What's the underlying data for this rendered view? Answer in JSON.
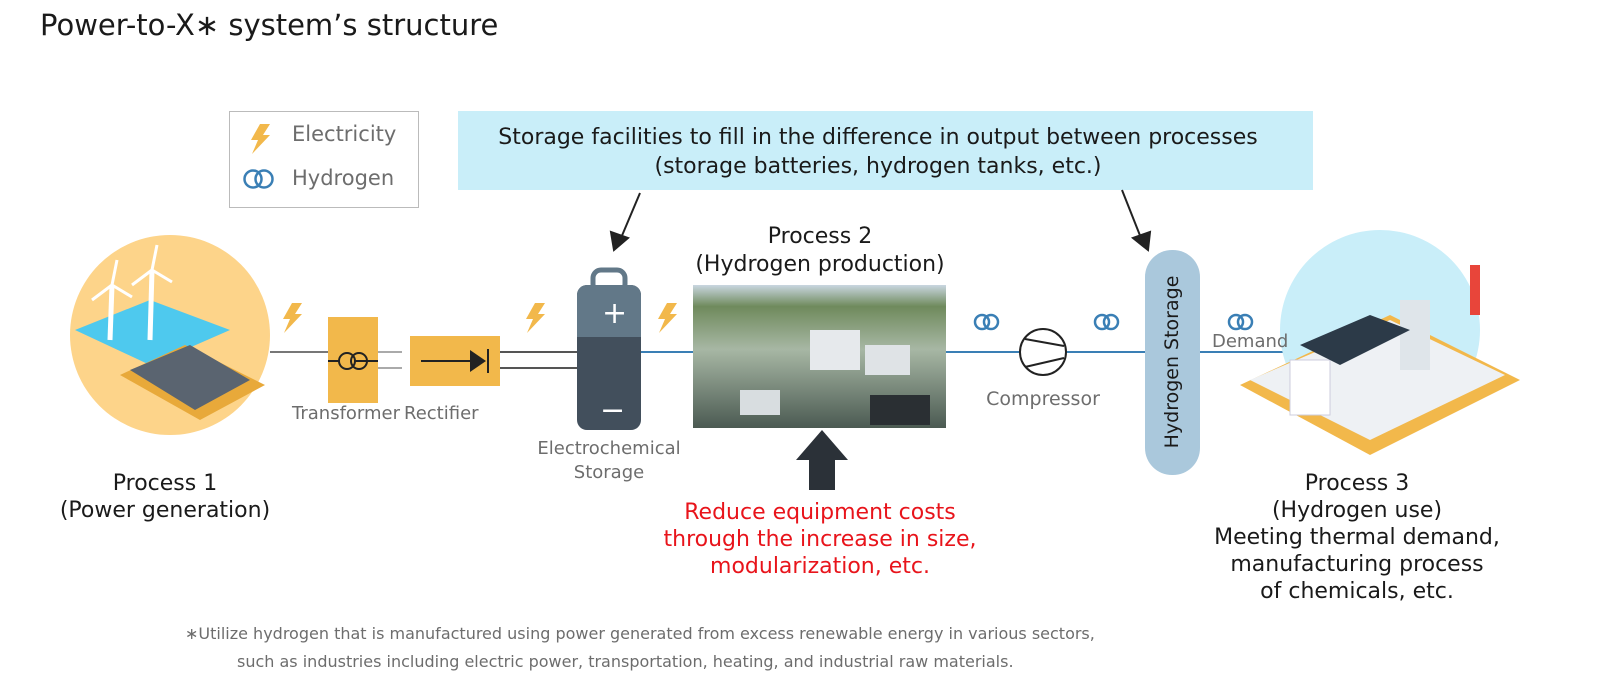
{
  "title": "Power-to-X∗ system’s structure",
  "legend": {
    "electricity": "Electricity",
    "hydrogen": "Hydrogen"
  },
  "callout": {
    "line1": "Storage facilities to fill in the difference in output between processes",
    "line2": "(storage batteries, hydrogen tanks, etc.)"
  },
  "process1": {
    "line1": "Process 1",
    "line2": "(Power generation)"
  },
  "process2": {
    "line1": "Process 2",
    "line2": "(Hydrogen production)"
  },
  "process3": {
    "line1": "Process 3",
    "line2": "(Hydrogen use)",
    "line3": "Meeting thermal demand,",
    "line4": "manufacturing process",
    "line5": "of chemicals, etc."
  },
  "components": {
    "transformer": "Transformer",
    "rectifier": "Rectifier",
    "storage1": "Electrochemical",
    "storage2": "Storage",
    "compressor": "Compressor",
    "hydrogen_storage": "Hydrogen Storage",
    "demand": "Demand",
    "plus": "+",
    "minus": "−"
  },
  "highlight": {
    "line1": "Reduce equipment costs",
    "line2": "through the increase in size,",
    "line3": "modularization, etc."
  },
  "footnote": {
    "line1": "∗Utilize hydrogen that is manufactured using power generated from excess renewable energy in various sectors,",
    "line2": "such as industries including electric power, transportation, heating, and industrial raw materials."
  },
  "colors": {
    "electricity": "#f2b84b",
    "hydrogen": "#3a7fb5",
    "callout": "#c9eef9",
    "red": "#e8141b",
    "battery": "#424f5c"
  }
}
